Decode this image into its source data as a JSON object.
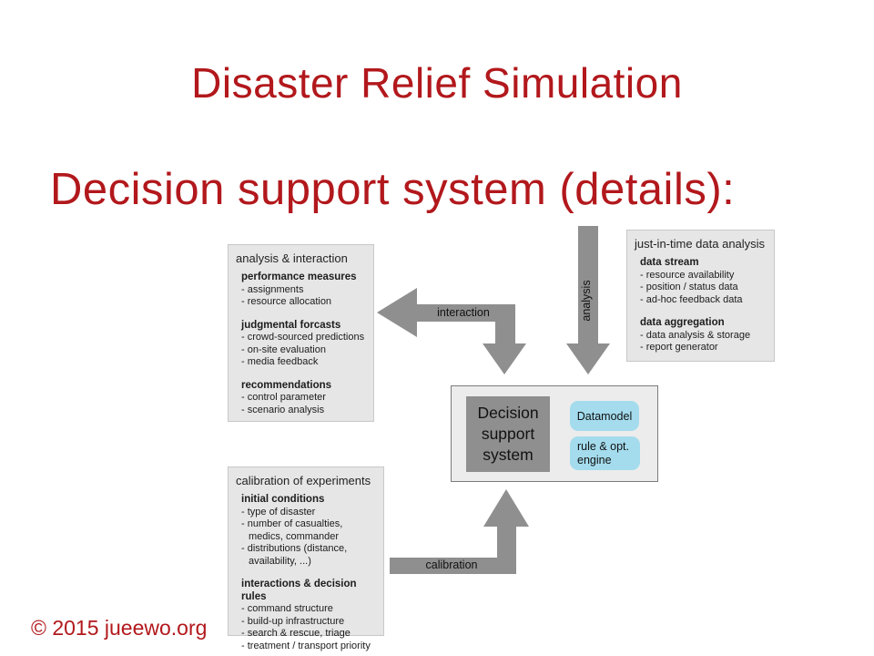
{
  "slide": {
    "title": "Disaster Relief Simulation",
    "subtitle": "Decision support system (details):",
    "footer": "© 2015 jueewo.org"
  },
  "colors": {
    "accent_red": "#b2181c",
    "box_fill": "#e6e6e6",
    "box_border": "#c8c8c8",
    "center_fill": "#ececec",
    "center_border": "#7c7c7c",
    "dark_gray": "#8f8f8f",
    "arrow_gray": "#8f8f8f",
    "blue_fill": "#a4dcee"
  },
  "diagram": {
    "analysis_interaction_box": {
      "title": "analysis & interaction",
      "sections": [
        {
          "header": "performance measures",
          "items": [
            "- assignments",
            "- resource allocation"
          ]
        },
        {
          "header": "judgmental forcasts",
          "items": [
            "- crowd-sourced predictions",
            "- on-site evaluation",
            "- media feedback"
          ]
        },
        {
          "header": "recommendations",
          "items": [
            "- control parameter",
            "- scenario analysis"
          ]
        }
      ]
    },
    "jit_box": {
      "title": "just-in-time data analysis",
      "sections": [
        {
          "header": "data stream",
          "items": [
            "- resource availability",
            "- position / status data",
            "- ad-hoc feedback data"
          ]
        },
        {
          "header": "data aggregation",
          "items": [
            "- data analysis & storage",
            "- report generator"
          ]
        }
      ]
    },
    "calibration_box": {
      "title": "calibration of experiments",
      "sections": [
        {
          "header": "initial conditions",
          "items": [
            "- type of disaster",
            "- number of casualties, medics, commander",
            "- distributions (distance, availability, ...)"
          ]
        },
        {
          "header": "interactions & decision rules",
          "items": [
            "- command structure",
            "- build-up infrastructure",
            "- search & rescue, triage",
            "- treatment / transport priority"
          ]
        }
      ]
    },
    "dss_box": {
      "label": "Decision support system"
    },
    "datamodel_chip": {
      "label": "Datamodel"
    },
    "rule_engine_chip": {
      "label": "rule & opt. engine"
    },
    "arrows": {
      "interaction_label": "interaction",
      "analysis_label": "analysis",
      "calibration_label": "calibration"
    }
  }
}
